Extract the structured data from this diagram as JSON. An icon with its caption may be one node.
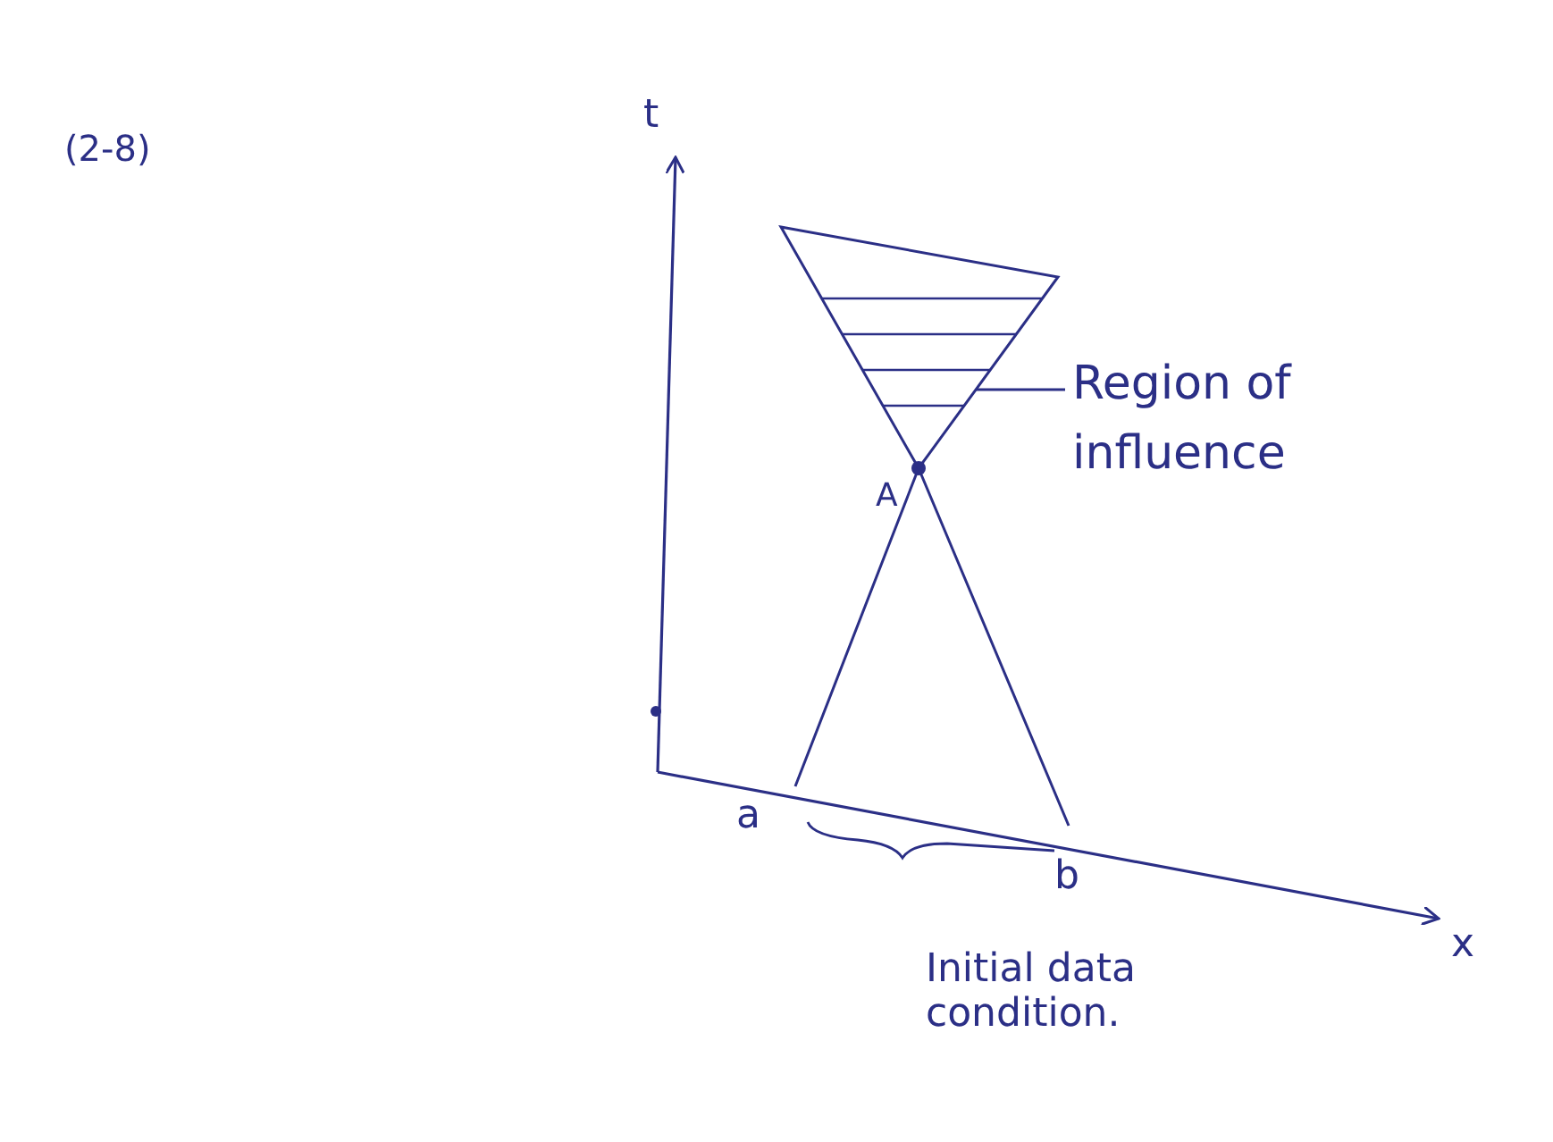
{
  "diagram": {
    "nodes": [
      {
        "text": [
          "Region of influence"
        ]
      },
      {
        "text": [],
        "shape": "triangle"
      }
    ],
    "edges": [
      {
        "from": 0,
        "to": 1,
        "arrow": "none"
      }
    ],
    "labels": [
      "(2-8)",
      "t",
      "A",
      "a",
      "b",
      "x",
      "Initial data condition."
    ]
  }
}
